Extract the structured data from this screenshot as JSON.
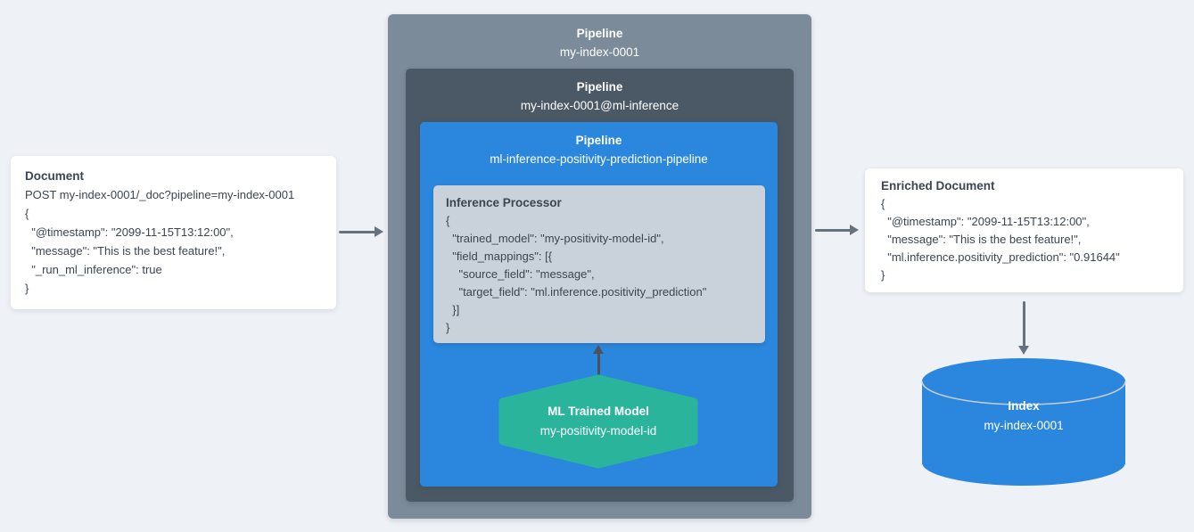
{
  "left_card": {
    "title": "Document",
    "code_lines": [
      "POST my-index-0001/_doc?pipeline=my-index-0001",
      "{",
      "  \"@timestamp\": \"2099-11-15T13:12:00\",",
      "  \"message\": \"This is the best feature!\",",
      "  \"_run_ml_inference\": true",
      "}"
    ]
  },
  "outer_pipeline": {
    "title": "Pipeline",
    "name": "my-index-0001"
  },
  "inference_pipeline": {
    "title": "Pipeline",
    "name": "my-index-0001@ml-inference"
  },
  "ml_pipeline": {
    "title": "Pipeline",
    "name": "ml-inference-positivity-prediction-pipeline"
  },
  "inference_processor": {
    "title": "Inference Processor",
    "code_lines": [
      "{",
      "  \"trained_model\": \"my-positivity-model-id\",",
      "  \"field_mappings\": [{",
      "    \"source_field\": \"message\",",
      "    \"target_field\": \"ml.inference.positivity_prediction\"",
      "  }]",
      "}"
    ]
  },
  "ml_model": {
    "title": "ML Trained Model",
    "name": "my-positivity-model-id"
  },
  "right_card": {
    "title": "Enriched Document",
    "code_lines": [
      "{",
      "  \"@timestamp\": \"2099-11-15T13:12:00\",",
      "  \"message\": \"This is the best feature!\",",
      "  \"ml.inference.positivity_prediction\": \"0.91644\"",
      "}"
    ]
  },
  "index": {
    "title": "Index",
    "name": "my-index-0001"
  },
  "colors": {
    "background": "#eef1f6",
    "card_bg": "#ffffff",
    "outer_box": "#7c8b99",
    "inner_box": "#4b5966",
    "pipeline_blue": "#2b87dd",
    "processor_box": "#c9d2da",
    "model_green": "#2bb49c",
    "cylinder_blue": "#2b87dd",
    "cylinder_edge": "#c6ccd4",
    "arrow_gray": "#66737f",
    "arrow_dark": "#4c525a",
    "text_dark": "#3b4651"
  }
}
